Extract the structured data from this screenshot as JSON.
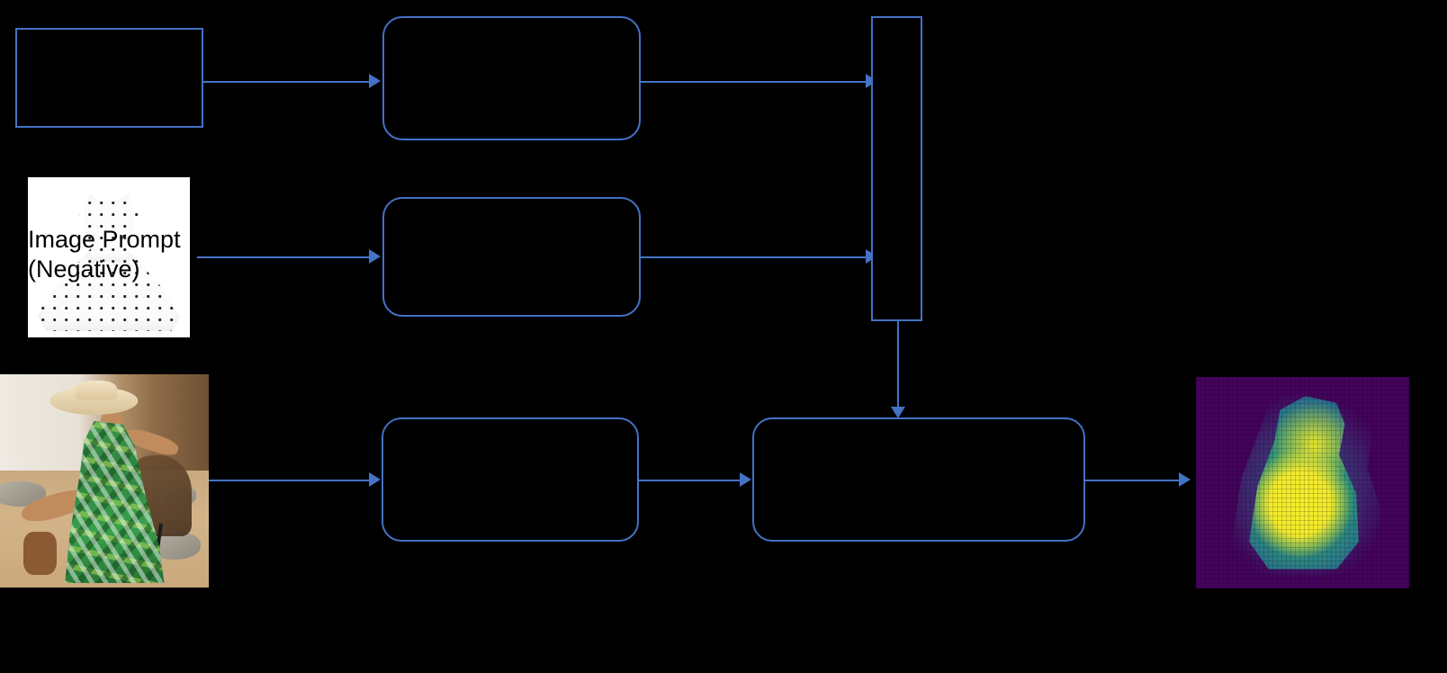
{
  "diagram": {
    "background_color": "#000000",
    "stroke_color": "#4472C4",
    "text_color": "#000000",
    "title": "",
    "nodes": [
      {
        "id": "text-prompt",
        "label": "",
        "shape": "rectangle"
      },
      {
        "id": "text-encoder",
        "label": "",
        "shape": "rounded-rectangle"
      },
      {
        "id": "image-encoder",
        "label": "",
        "shape": "rounded-rectangle"
      },
      {
        "id": "concat-block",
        "label": "",
        "shape": "tall-rectangle"
      },
      {
        "id": "image-backbone",
        "label": "",
        "shape": "rounded-rectangle"
      },
      {
        "id": "fusion-module",
        "label": "",
        "shape": "rounded-rectangle"
      }
    ],
    "images": [
      {
        "id": "negative-image-prompt",
        "caption": "Image Prompt\n(Negative)",
        "caption_visible": true,
        "description": "white polka-dot sleeveless flared dress on white background"
      },
      {
        "id": "query-image",
        "caption": "",
        "caption_visible": false,
        "description": "woman in green tropical leaf print maxi dress wearing a straw hat, seated on sand"
      },
      {
        "id": "output-heatmap",
        "caption": "",
        "caption_visible": false,
        "description": "viridis colormap attention heatmap highlighting the dress region"
      }
    ],
    "edges": [
      {
        "from": "text-prompt",
        "to": "text-encoder",
        "direction": "right"
      },
      {
        "from": "text-encoder",
        "to": "concat-block",
        "direction": "right"
      },
      {
        "from": "negative-image-prompt",
        "to": "image-encoder",
        "direction": "right"
      },
      {
        "from": "image-encoder",
        "to": "concat-block",
        "direction": "right"
      },
      {
        "from": "concat-block",
        "to": "fusion-module",
        "direction": "down"
      },
      {
        "from": "query-image",
        "to": "image-backbone",
        "direction": "right"
      },
      {
        "from": "image-backbone",
        "to": "fusion-module",
        "direction": "right"
      },
      {
        "from": "fusion-module",
        "to": "output-heatmap",
        "direction": "right"
      }
    ]
  },
  "heatmap_colors": {
    "background": "#44025c",
    "low": "#3b528b",
    "mid": "#21918c",
    "high": "#5ec962",
    "peak": "#fde725"
  }
}
